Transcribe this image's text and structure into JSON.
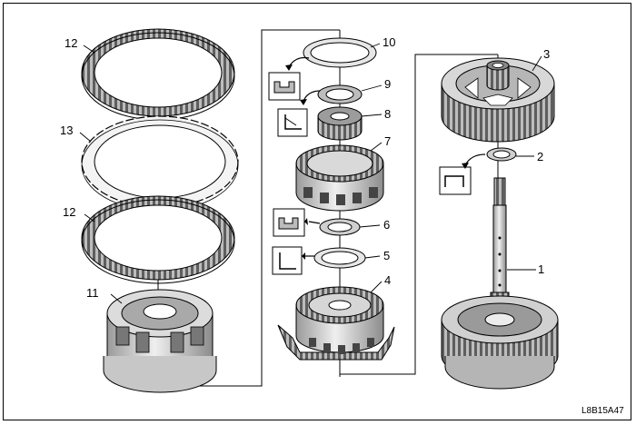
{
  "figure_code": "L8B15A47",
  "callouts": [
    "1",
    "2",
    "3",
    "4",
    "5",
    "6",
    "7",
    "8",
    "9",
    "10",
    "11",
    "12",
    "12",
    "13"
  ],
  "colors": {
    "ink": "#000000",
    "metal": "#cfcfcf",
    "metal_dark": "#8a8a8a",
    "metal_light": "#ececec"
  }
}
